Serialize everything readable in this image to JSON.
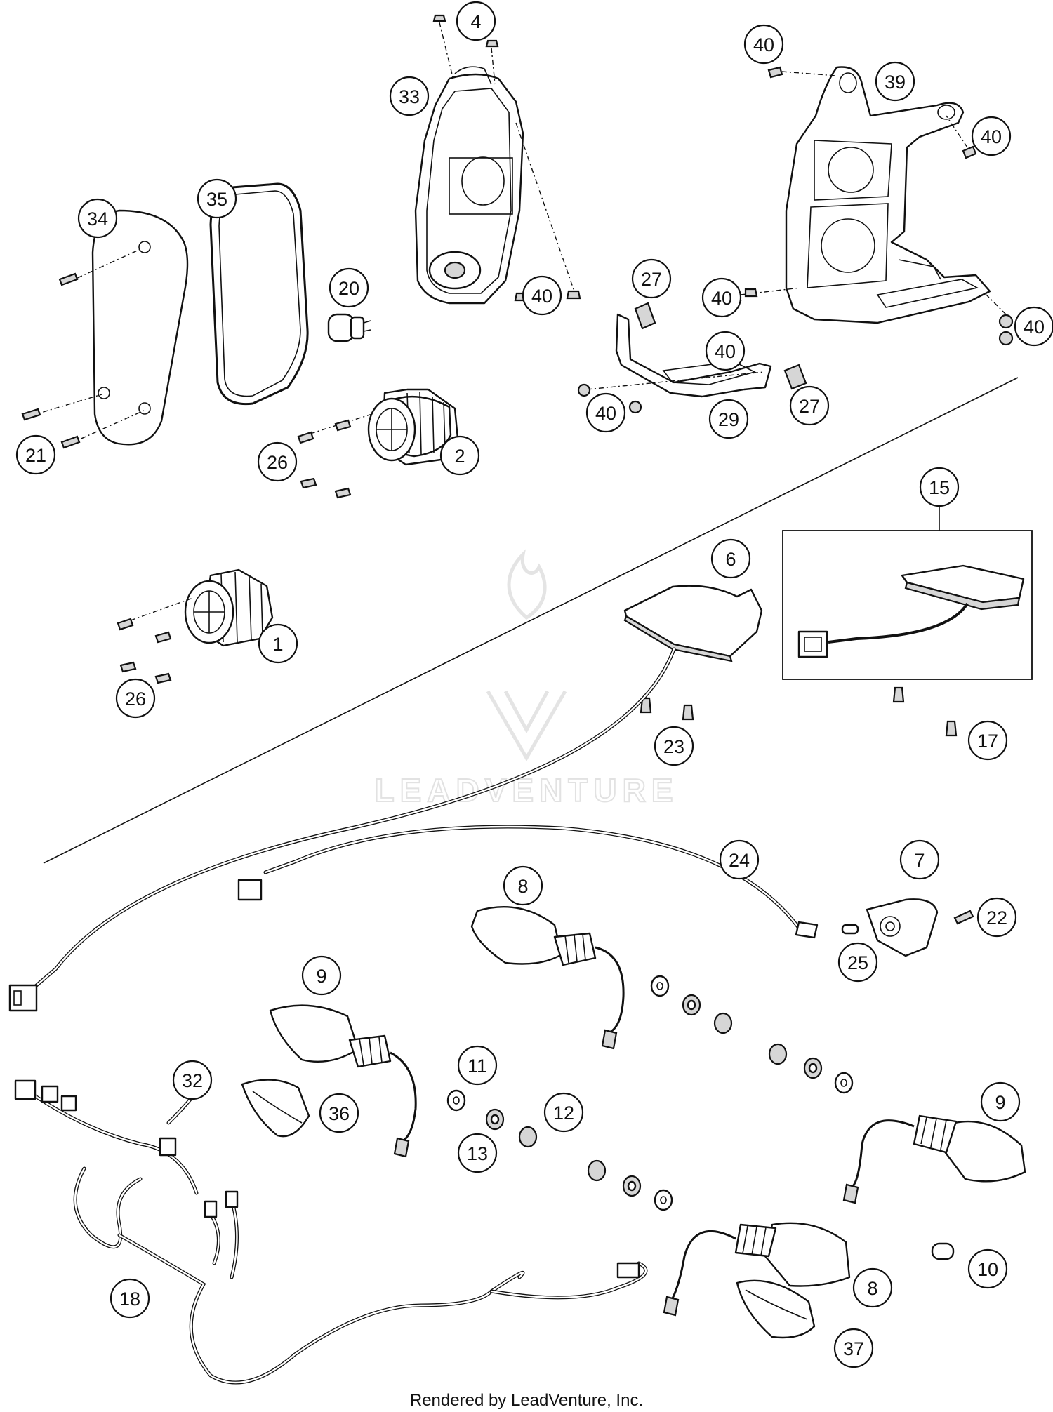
{
  "diagram": {
    "watermark": "LEADVENTURE",
    "footer": "Rendered by LeadVenture, Inc.",
    "callouts": [
      {
        "id": "c4",
        "label": "4"
      },
      {
        "id": "c33",
        "label": "33"
      },
      {
        "id": "c40a",
        "label": "40"
      },
      {
        "id": "c39",
        "label": "39"
      },
      {
        "id": "c40b",
        "label": "40"
      },
      {
        "id": "c40c",
        "label": "40"
      },
      {
        "id": "c35",
        "label": "35"
      },
      {
        "id": "c34",
        "label": "34"
      },
      {
        "id": "c20",
        "label": "20"
      },
      {
        "id": "c40d",
        "label": "40"
      },
      {
        "id": "c27a",
        "label": "27"
      },
      {
        "id": "c40e",
        "label": "40"
      },
      {
        "id": "c40f",
        "label": "40"
      },
      {
        "id": "c27b",
        "label": "27"
      },
      {
        "id": "c40g",
        "label": "40"
      },
      {
        "id": "c29",
        "label": "29"
      },
      {
        "id": "c21",
        "label": "21"
      },
      {
        "id": "c26a",
        "label": "26"
      },
      {
        "id": "c2",
        "label": "2"
      },
      {
        "id": "c15",
        "label": "15"
      },
      {
        "id": "c6",
        "label": "6"
      },
      {
        "id": "c1",
        "label": "1"
      },
      {
        "id": "c26b",
        "label": "26"
      },
      {
        "id": "c23",
        "label": "23"
      },
      {
        "id": "c17",
        "label": "17"
      },
      {
        "id": "c24",
        "label": "24"
      },
      {
        "id": "c7",
        "label": "7"
      },
      {
        "id": "c8a",
        "label": "8"
      },
      {
        "id": "c22",
        "label": "22"
      },
      {
        "id": "c25",
        "label": "25"
      },
      {
        "id": "c9a",
        "label": "9"
      },
      {
        "id": "c11",
        "label": "11"
      },
      {
        "id": "c32",
        "label": "32"
      },
      {
        "id": "c36",
        "label": "36"
      },
      {
        "id": "c12",
        "label": "12"
      },
      {
        "id": "c13",
        "label": "13"
      },
      {
        "id": "c9b",
        "label": "9"
      },
      {
        "id": "c10",
        "label": "10"
      },
      {
        "id": "c18",
        "label": "18"
      },
      {
        "id": "c8b",
        "label": "8"
      },
      {
        "id": "c37",
        "label": "37"
      }
    ]
  }
}
